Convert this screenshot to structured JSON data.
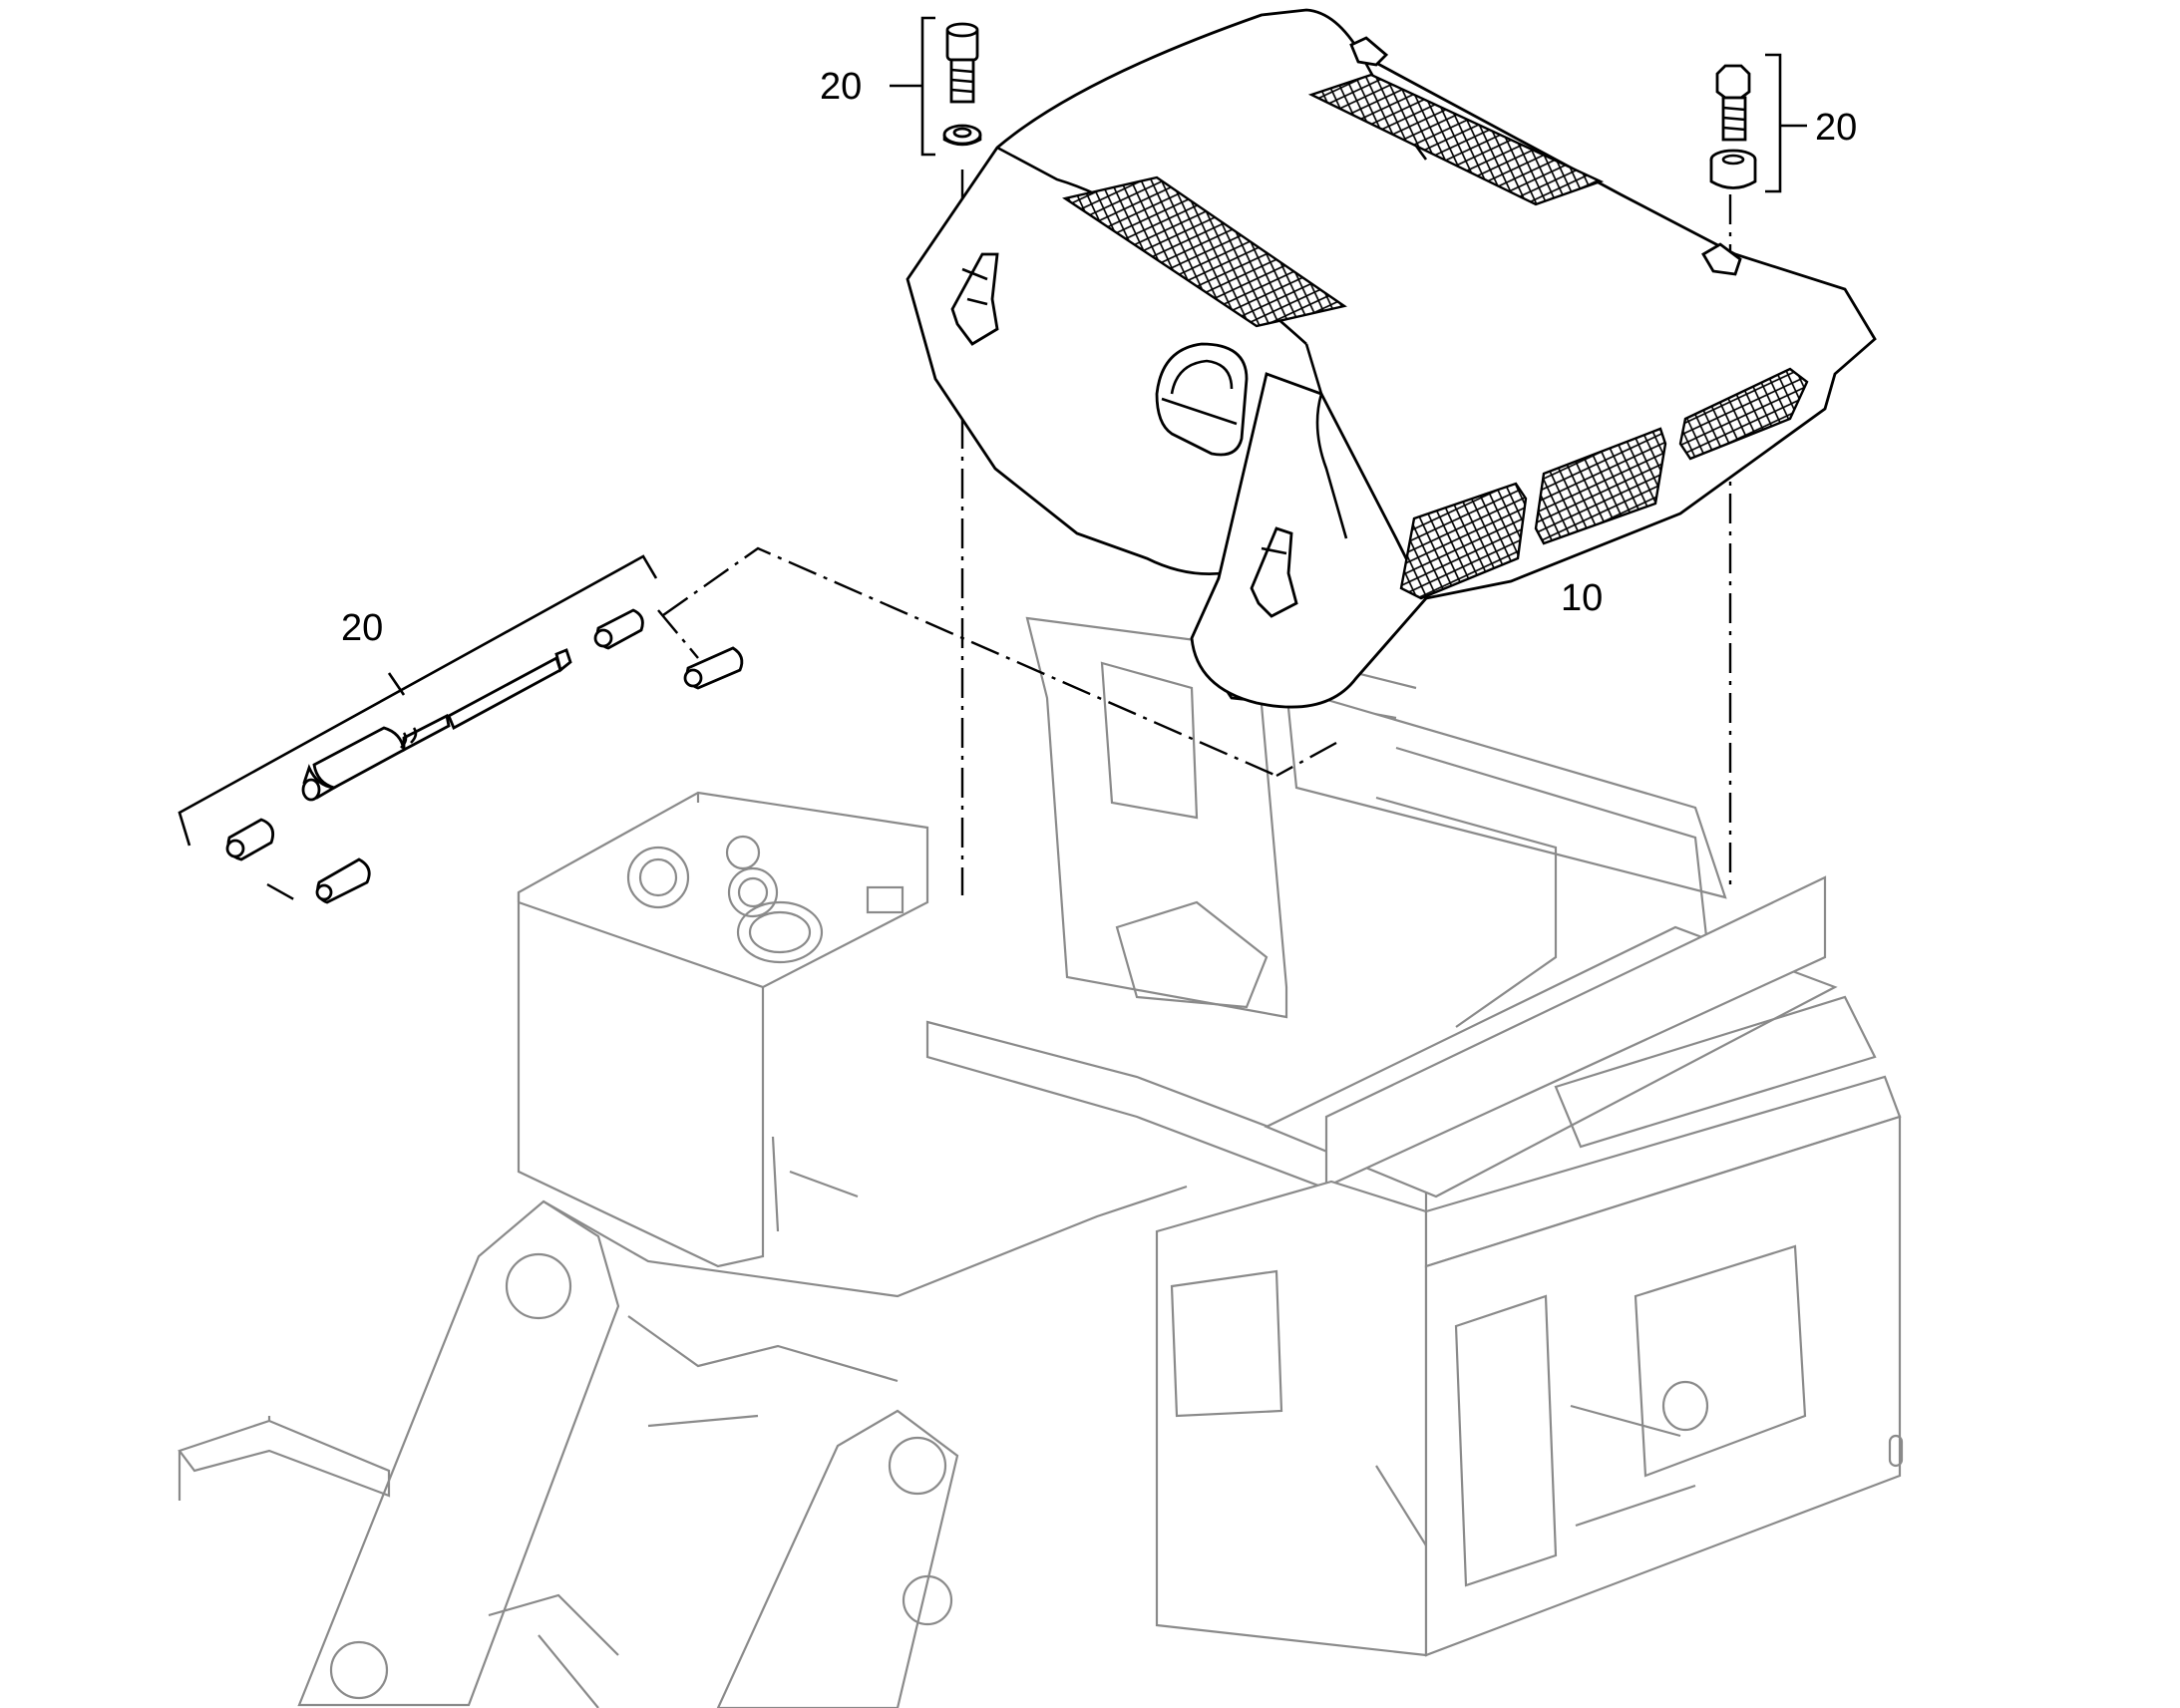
{
  "diagram": {
    "callouts": [
      {
        "id": "bolt-washer-left",
        "label": "20"
      },
      {
        "id": "bolt-spacer-right",
        "label": "20"
      },
      {
        "id": "gas-spring",
        "label": "20"
      },
      {
        "id": "hood",
        "label": "10"
      }
    ],
    "icon_names": [
      "bolt-icon",
      "washer-icon",
      "spacer-icon",
      "gas-spring-icon",
      "clip-icon",
      "hood-icon",
      "frame-icon"
    ]
  }
}
